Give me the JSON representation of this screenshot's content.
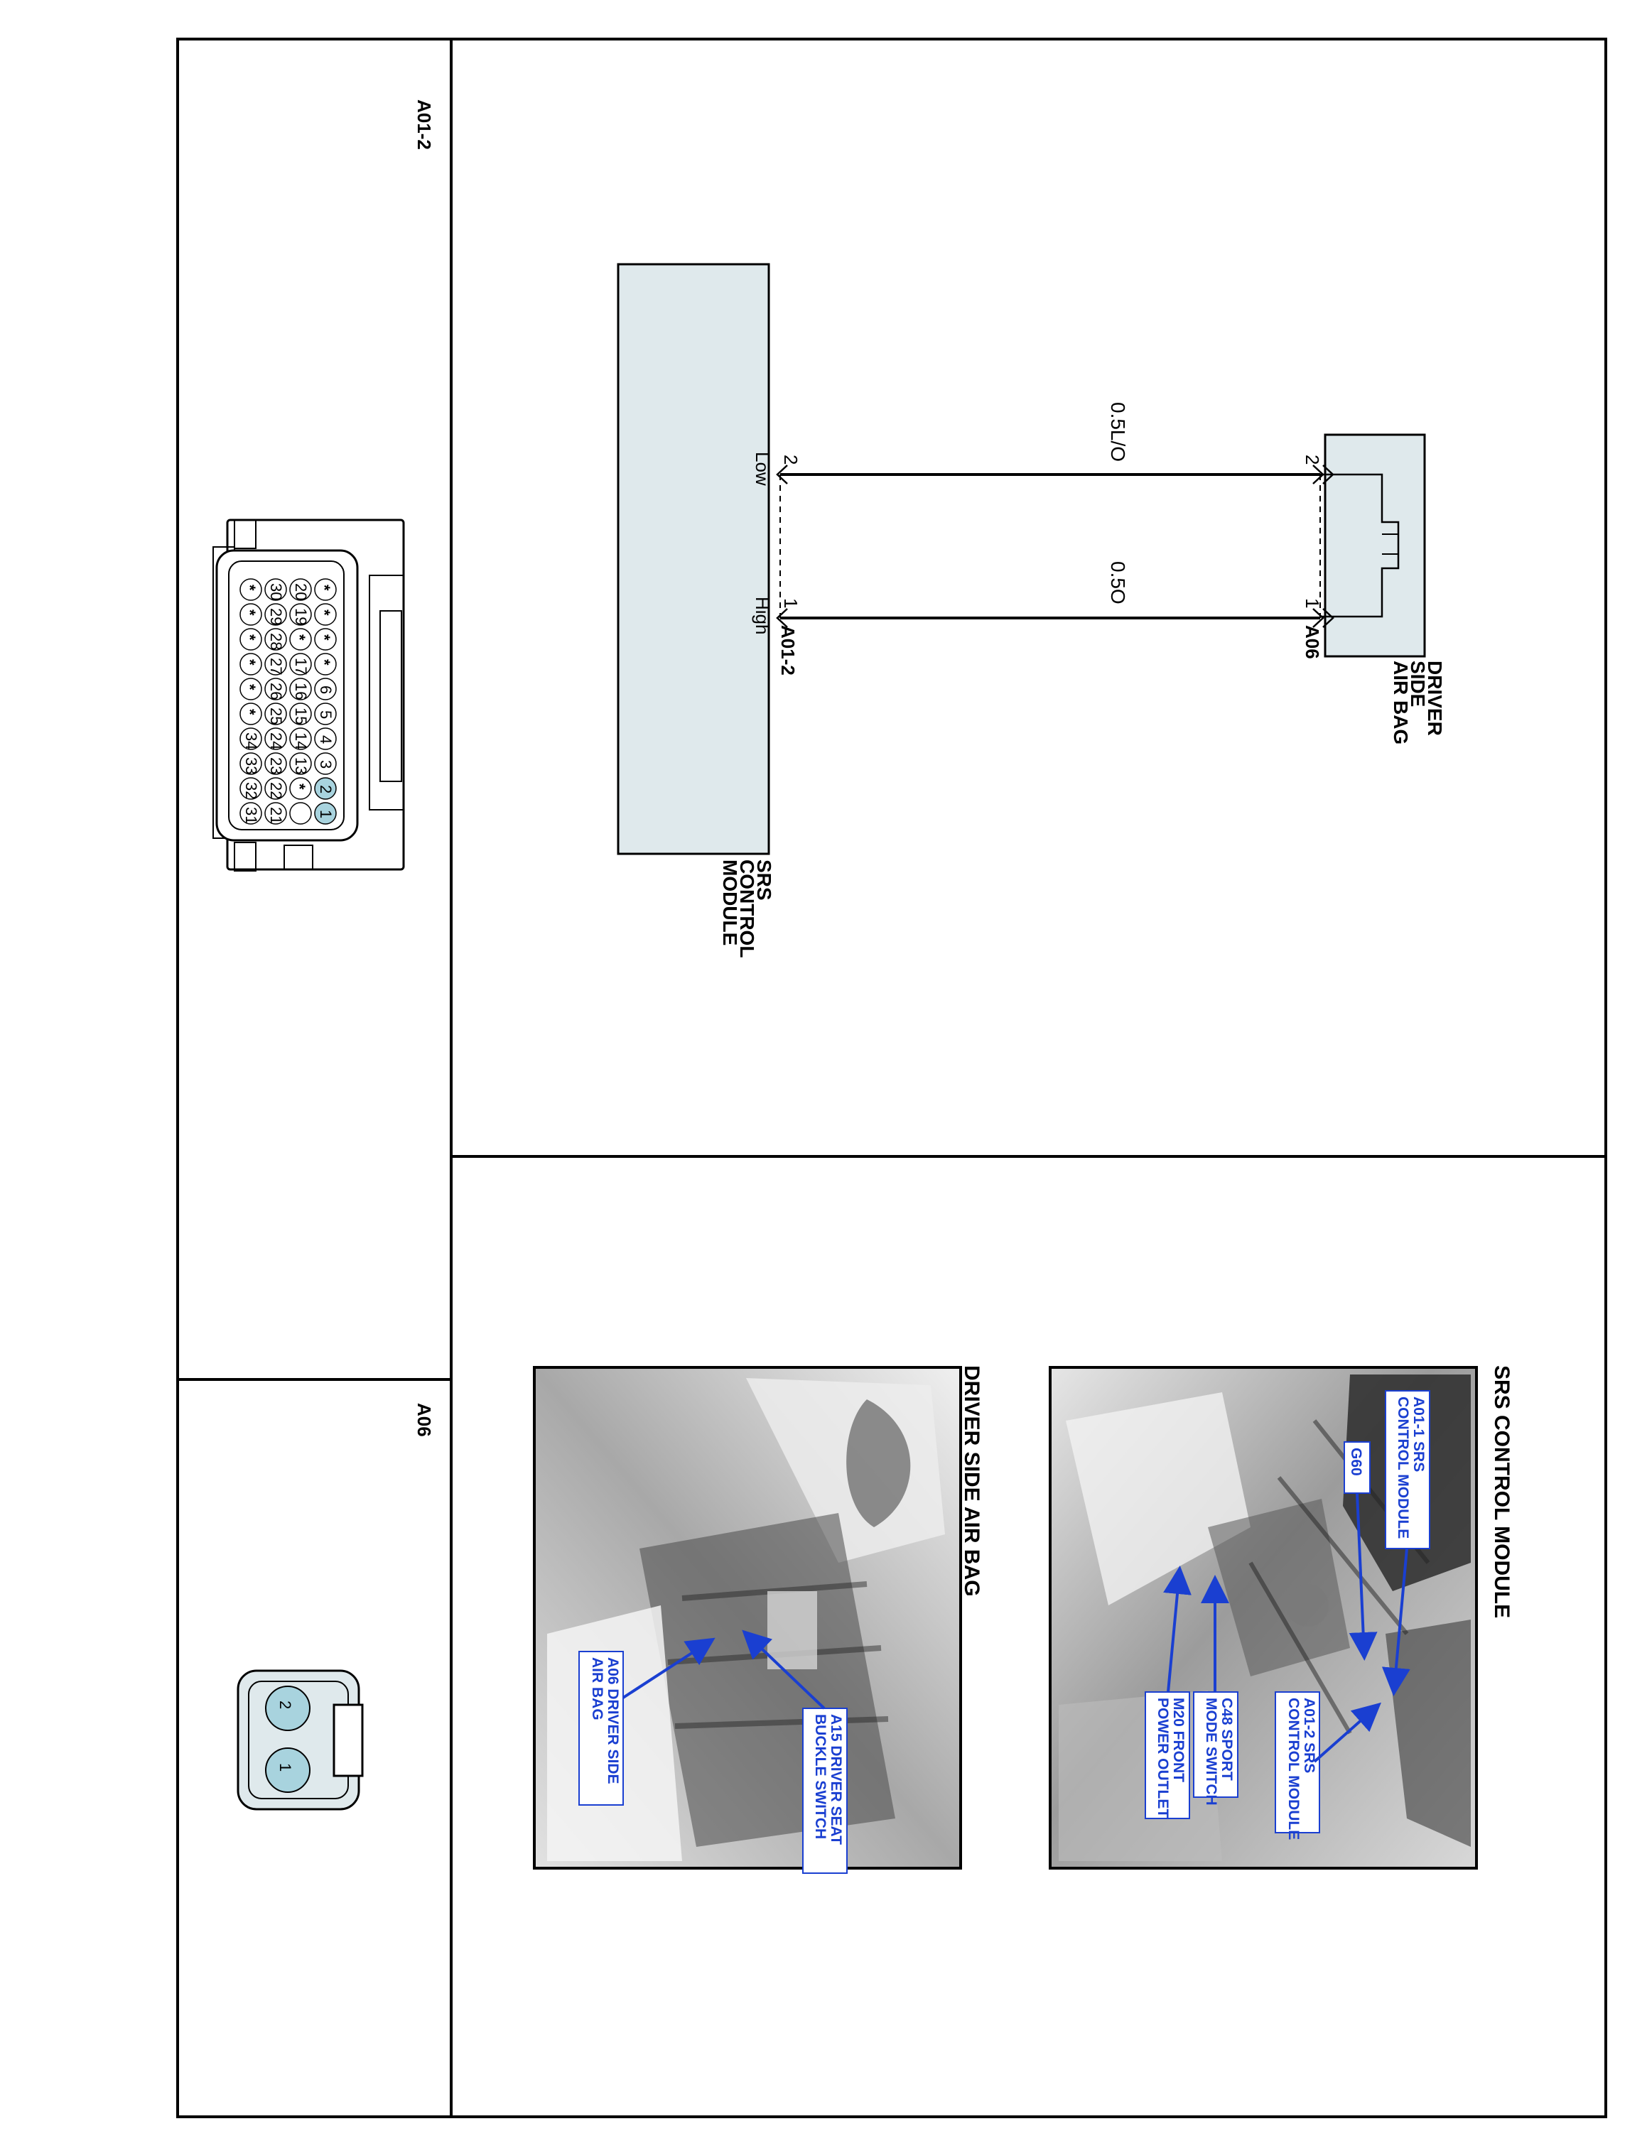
{
  "connectors": {
    "a01_2_label": "A01-2",
    "a06_label": "A06",
    "a01_2_pins": [
      "1",
      "2",
      "3",
      "4",
      "5",
      "6",
      "13",
      "14",
      "15",
      "16",
      "17",
      "19",
      "20",
      "21",
      "22",
      "23",
      "24",
      "25",
      "26",
      "27",
      "28",
      "29",
      "30",
      "31",
      "32",
      "33",
      "34"
    ],
    "a01_2_marker": "*",
    "a06_pins": [
      "2",
      "1"
    ]
  },
  "schematic": {
    "driver_airbag": {
      "line1": "DRIVER",
      "line2": "SIDE",
      "line3": "AIR BAG",
      "connector": "A06"
    },
    "srs_module": {
      "line1": "SRS",
      "line2": "CONTROL",
      "line3": "MODULE",
      "connector": "A01-2"
    },
    "wires": [
      {
        "color_code": "0.5L/O",
        "pin_airbag": "2",
        "pin_module": "2",
        "signal": "Low"
      },
      {
        "color_code": "0.5O",
        "pin_airbag": "1",
        "pin_module": "1",
        "signal": "High"
      }
    ]
  },
  "photos": {
    "srs_title": "SRS CONTROL MODULE",
    "airbag_title": "DRIVER SIDE AIR BAG",
    "srs_callouts": {
      "a01_1": [
        "A01-1 SRS",
        "CONTROL MODULE"
      ],
      "g60": [
        "G60"
      ],
      "a01_2": [
        "A01-2 SRS",
        "CONTROL MODULE"
      ],
      "c48": [
        "C48 SPORT",
        "MODE SWITCH"
      ],
      "m20": [
        "M20 FRONT",
        "POWER OUTLET"
      ]
    },
    "airbag_callouts": {
      "a15": [
        "A15 DRIVER SEAT",
        "BUCKLE SWITCH"
      ],
      "a06": [
        "A06 DRIVER SIDE",
        "AIR BAG"
      ]
    }
  },
  "colors": {
    "module_fill": "#dfe9ec",
    "pin_highlight": "#a8d3de",
    "callout_text": "#1a3fd1",
    "photo_bg": "#cfcfcf"
  }
}
